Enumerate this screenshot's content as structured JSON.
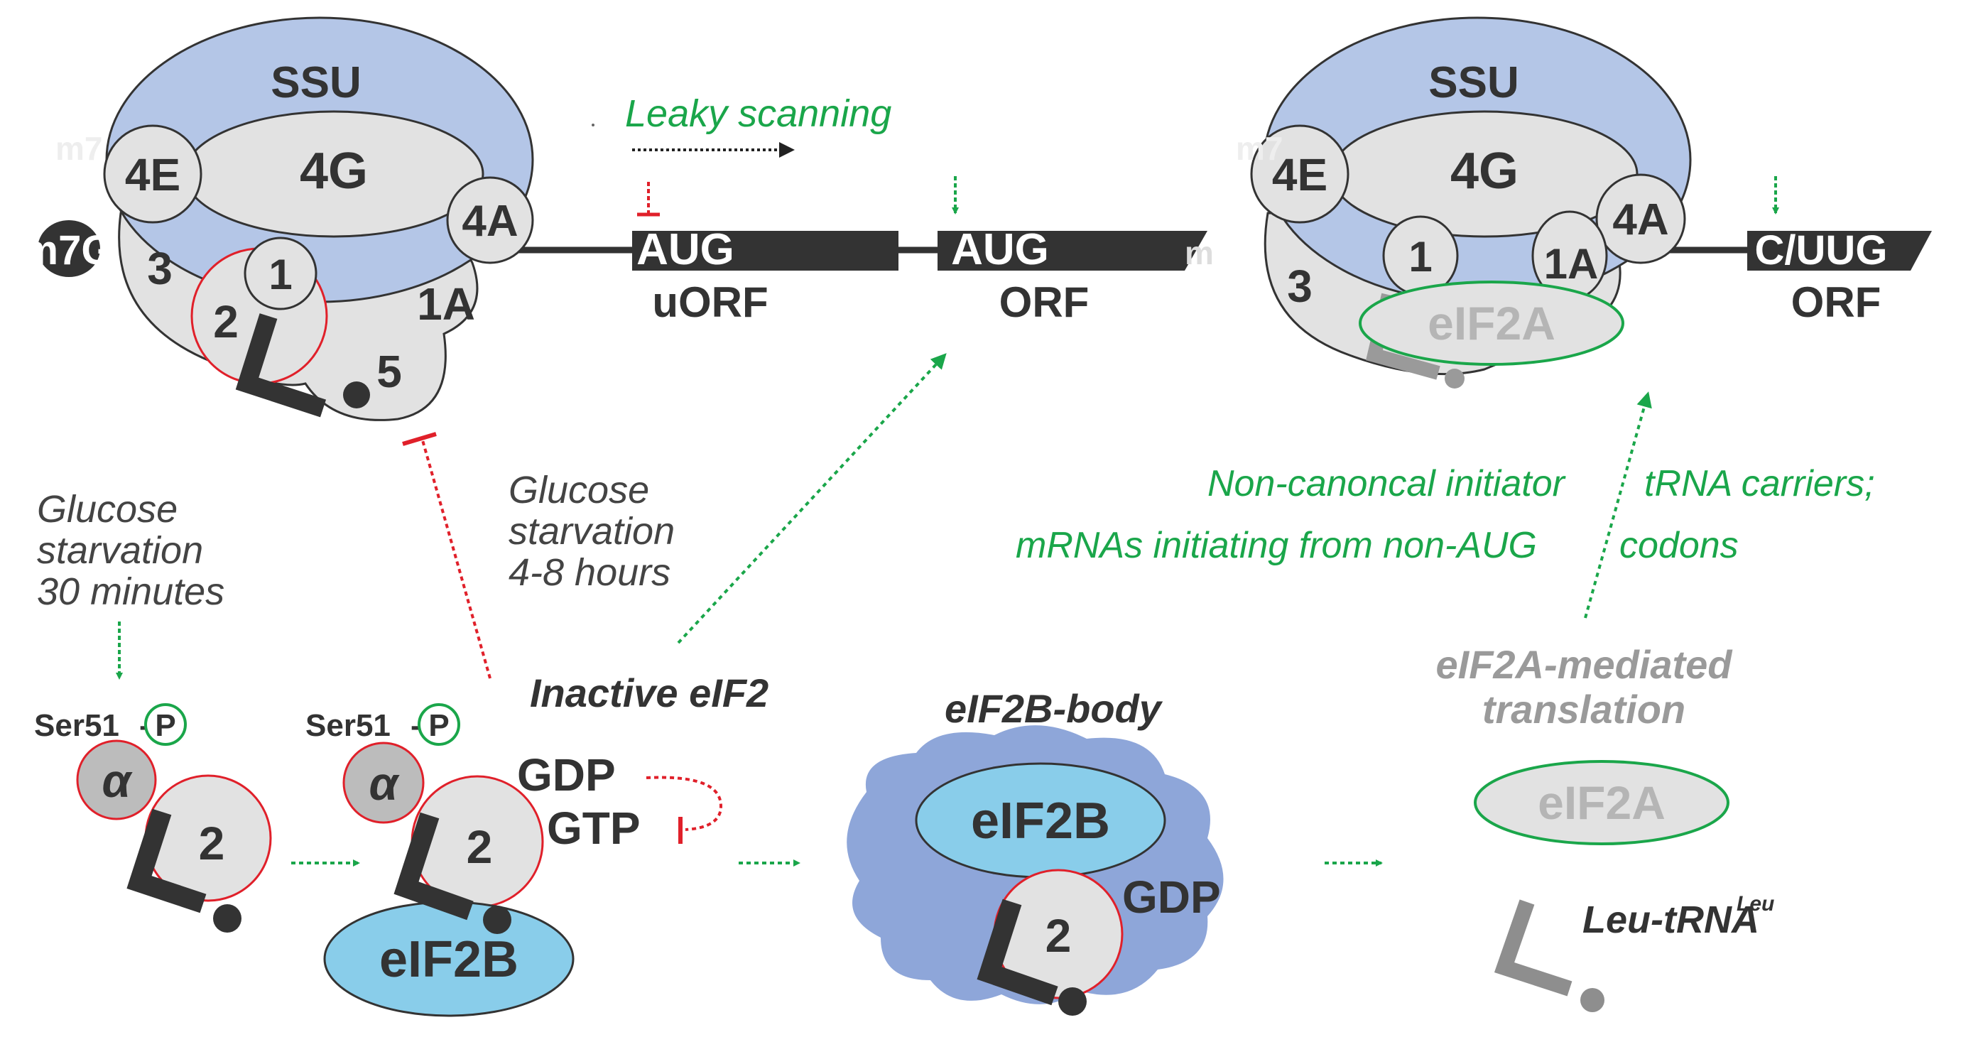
{
  "colors": {
    "ssu_blue": "#b4c6e7",
    "factor_grey": "#e2e2e2",
    "dark": "#333333",
    "red": "#e0202a",
    "green": "#1aa64a",
    "eif2b_fill": "#89cdea",
    "body_cloud": "#8ea6d9",
    "faded_grey": "#9a9a9a"
  },
  "left_complex": {
    "ssu": "SSU",
    "f4e": "4E",
    "f4g": "4G",
    "f4a": "4A",
    "f1": "1",
    "f1a": "1A",
    "f3": "3",
    "f2": "2",
    "f5": "5",
    "cap": "m7G",
    "cap_faded": "m7"
  },
  "mrna_left": {
    "leaky_scanning": "Leaky scanning",
    "uorf_codon": "AUG",
    "uorf_label": "uORF",
    "orf_codon": "AUG",
    "orf_label": "ORF",
    "tail_faded": "m"
  },
  "right_complex": {
    "ssu": "SSU",
    "f4e": "4E",
    "f4g": "4G",
    "f4a": "4A",
    "f1": "1",
    "f1a": "1A",
    "f3": "3",
    "eif2a": "eIF2A",
    "cap_faded": "m7",
    "codon": "C/UUG",
    "orf_label": "ORF"
  },
  "notes": {
    "glucose_30min_l1": "Glucose",
    "glucose_30min_l2": "starvation",
    "glucose_30min_l3": "30 minutes",
    "glucose_4_8h_l1": "Glucose",
    "glucose_4_8h_l2": "starvation",
    "glucose_4_8h_l3": "4-8 hours",
    "noncanonical_l1a": "Non-canoncal initiator",
    "noncanonical_l1b": "tRNA carriers;",
    "noncanonical_l2a": "mRNAs initiating from non-AUG",
    "noncanonical_l2b": "codons"
  },
  "bottom": {
    "ser51_1": "Ser51",
    "phos_1": "P",
    "alpha_1": "α",
    "sub2_1": "2",
    "ser51_2": "Ser51",
    "phos_2": "P",
    "alpha_2": "α",
    "sub2_2": "2",
    "gdp_1": "GDP",
    "gtp_1": "GTP",
    "eif2b_1": "eIF2B",
    "inactive_eif2": "Inactive eIF2",
    "body_title": "eIF2B-body",
    "eif2b_2": "eIF2B",
    "sub2_3": "2",
    "gdp_2": "GDP",
    "mediated_l1": "eIF2A-mediated",
    "mediated_l2": "translation",
    "eif2a_free": "eIF2A",
    "leu_trna": "Leu-tRNA",
    "leu_sup": "Leu"
  }
}
